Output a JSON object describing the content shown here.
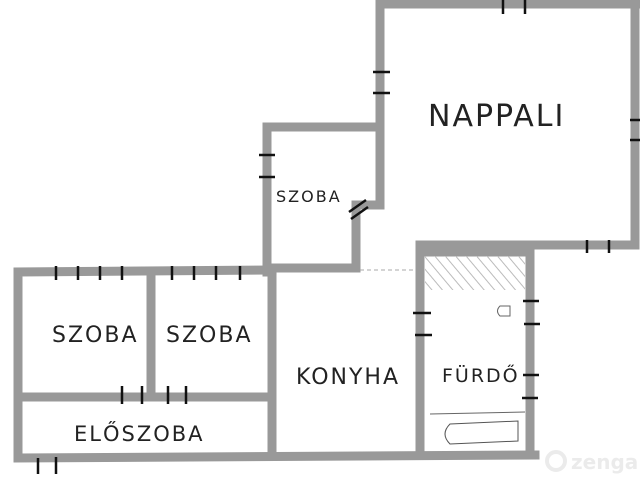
{
  "rooms": {
    "nappali": "NAPPALI",
    "szoba_small": "SZOBA",
    "szoba_left": "SZOBA",
    "szoba_mid": "SZOBA",
    "konyha": "KONYHA",
    "furdo": "FÜRDŐ",
    "eloszoba": "ELŐSZOBA"
  },
  "watermark": "zenga",
  "colors": {
    "wall": "#999999",
    "tick": "#111111"
  }
}
